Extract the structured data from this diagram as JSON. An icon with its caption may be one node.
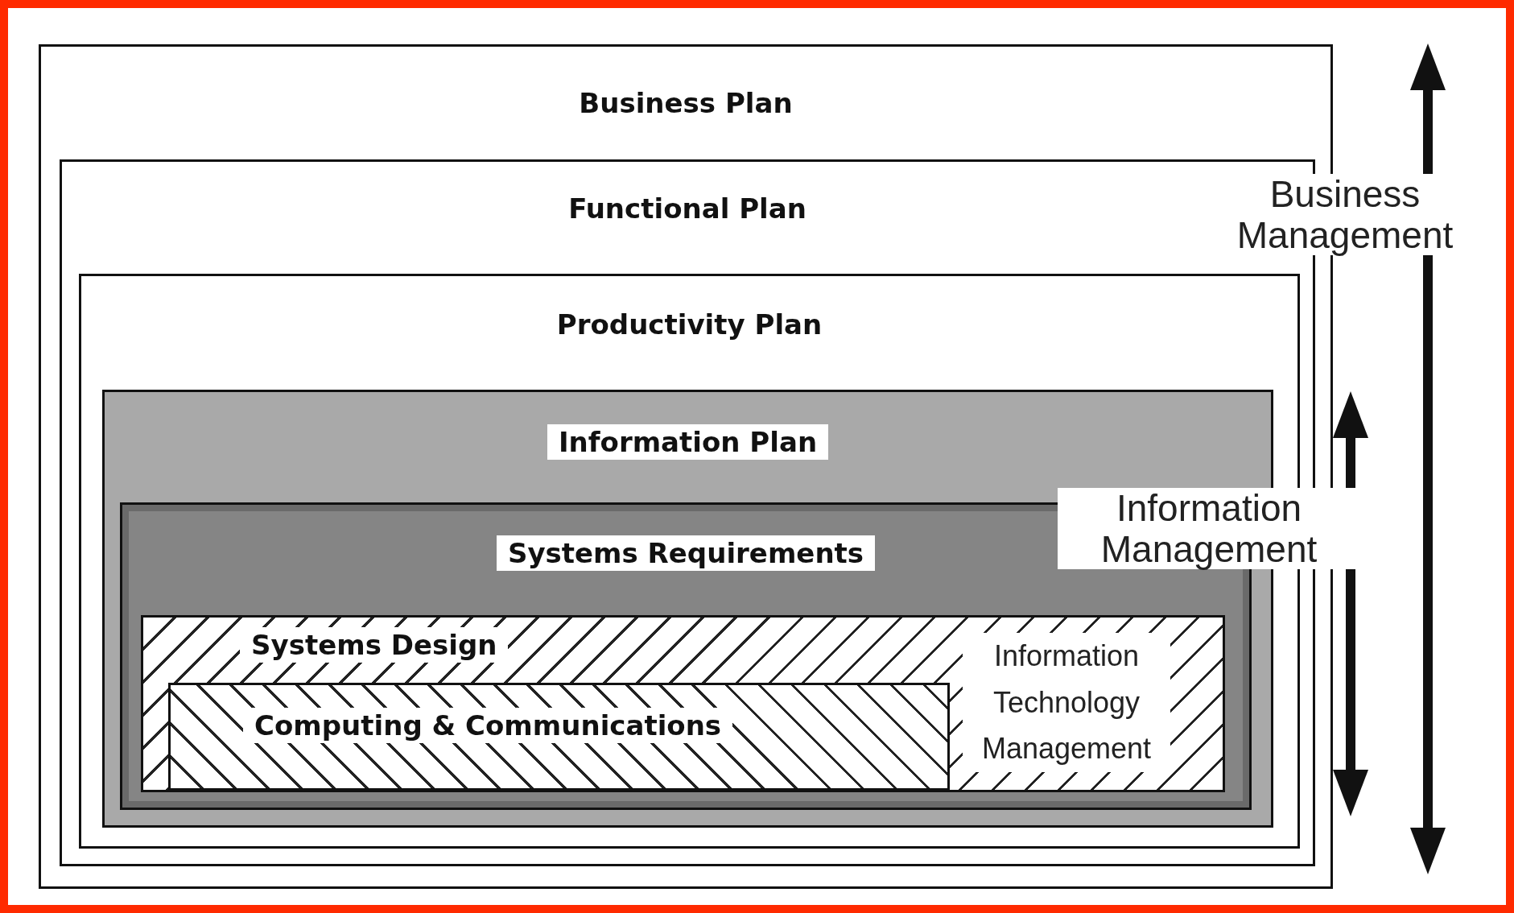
{
  "diagram": {
    "nodes": [
      {
        "text": [
          "Business Plan"
        ]
      },
      {
        "text": [
          "Functional Plan"
        ],
        "in": 0
      },
      {
        "text": [
          "Productivity Plan"
        ],
        "in": 1
      },
      {
        "text": [
          "Information Plan"
        ],
        "in": 2
      },
      {
        "text": [
          "Systems Requirements"
        ],
        "in": 3
      },
      {
        "text": [
          "Systems Design"
        ],
        "in": 4
      },
      {
        "text": [
          "Computing & Communications"
        ],
        "in": 5
      }
    ],
    "edges": [],
    "labels": [
      "Business Management",
      "Information Management",
      "Information Technology Management"
    ]
  }
}
